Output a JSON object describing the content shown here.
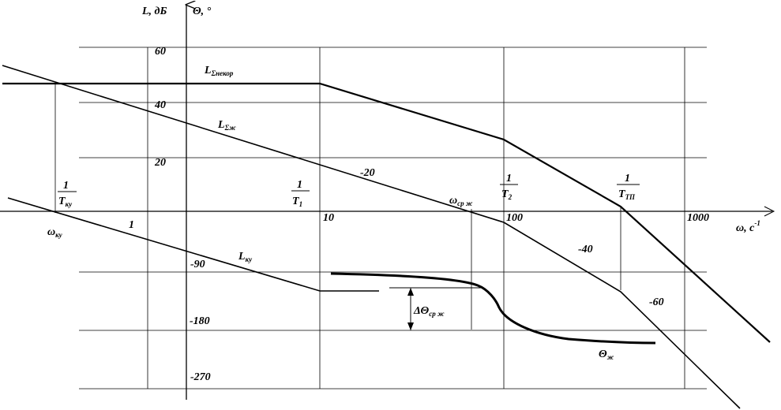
{
  "axes": {
    "y_left_title": "L, дБ",
    "y_right_title": "Θ, °",
    "x_title": "ω, с",
    "x_title_sup": "-1"
  },
  "y_ticks_db": [
    "60",
    "40",
    "20"
  ],
  "y_ticks_deg": [
    "-90",
    "-180",
    "-270"
  ],
  "x_ticks": [
    "1",
    "10",
    "100",
    "1000"
  ],
  "curves": {
    "L_unc": {
      "main": "L",
      "sub": "Σнекор"
    },
    "L_des": {
      "main": "L",
      "sub": "Σж"
    },
    "L_ku": {
      "main": "L",
      "sub": "ку"
    },
    "theta": {
      "main": "Θ",
      "sub": "ж"
    }
  },
  "slopes": [
    "-20",
    "-40",
    "-60"
  ],
  "freqs": {
    "t1_num": "1",
    "t1_den": "T",
    "t1_sub": "1",
    "t2_num": "1",
    "t2_den": "T",
    "t2_sub": "2",
    "ttp_num": "1",
    "ttp_den": "T",
    "ttp_sub": "ТП",
    "tku_num": "1",
    "tku_den": "T",
    "tku_sub": "ку",
    "w_ku": "ω",
    "w_ku_sub": "ку",
    "w_cr": "ω",
    "w_cr_sub": "ср ж"
  },
  "margin": {
    "main": "ΔΘ",
    "sub": "ср ж"
  }
}
